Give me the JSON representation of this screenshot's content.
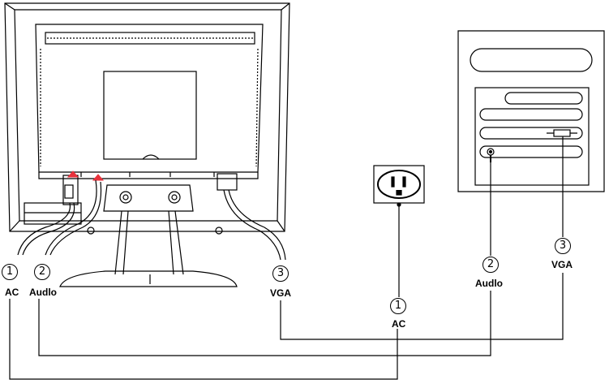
{
  "diagram": {
    "connections": [
      {
        "id": "ac",
        "number": "1",
        "label": "AC"
      },
      {
        "id": "audio",
        "number": "2",
        "label": "Audlo"
      },
      {
        "id": "vga",
        "number": "3",
        "label": "VGA"
      }
    ],
    "components": {
      "monitor": "monitor-rear",
      "outlet": "power-outlet",
      "computer": "computer-tower"
    },
    "colors": {
      "line": "#000000",
      "port_marker": "#e8323c",
      "background": "#ffffff"
    }
  }
}
